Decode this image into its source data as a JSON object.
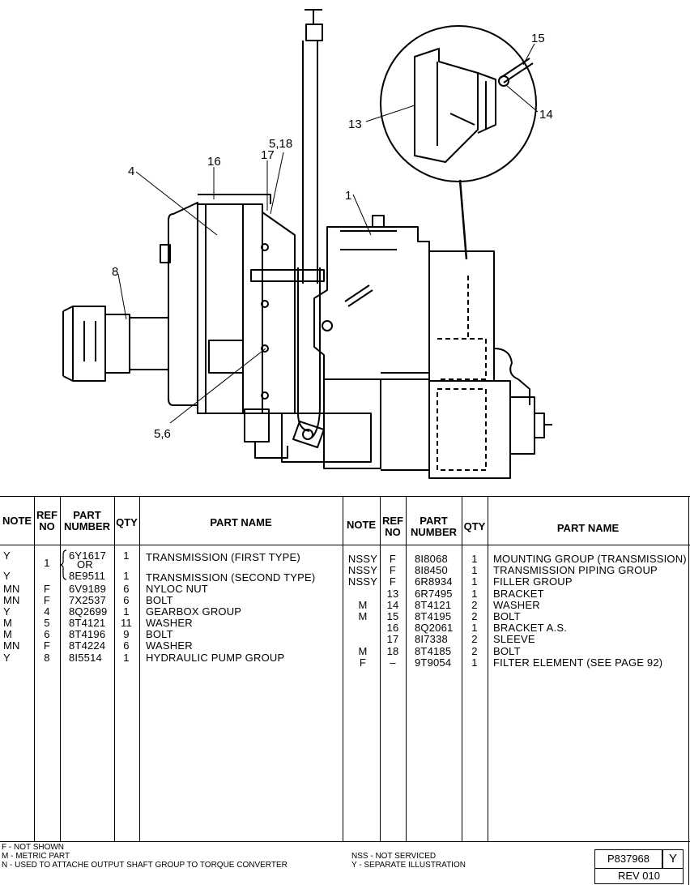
{
  "callouts": {
    "c15": "15",
    "c14": "14",
    "c13": "13",
    "c1": "1",
    "c4": "4",
    "c16": "16",
    "c17": "17",
    "c518": "5,18",
    "c8": "8",
    "c56": "5,6"
  },
  "headers": {
    "note": "NOTE",
    "ref_l1": "REF",
    "ref_l2": "NO",
    "part_l1": "PART",
    "part_l2": "NUMBER",
    "qty": "QTY",
    "part_name": "PART NAME"
  },
  "left_rows": [
    {
      "note": "Y",
      "ref": "1",
      "part": "6Y1617",
      "qty": "1",
      "name": "TRANSMISSION (FIRST TYPE)"
    },
    {
      "note": "",
      "ref": "",
      "part": "OR",
      "qty": "",
      "name": ""
    },
    {
      "note": "Y",
      "ref": "",
      "part": "8E9511",
      "qty": "1",
      "name": "TRANSMISSION (SECOND TYPE)"
    },
    {
      "note": "MN",
      "ref": "F",
      "part": "6V9189",
      "qty": "6",
      "name": "NYLOC NUT"
    },
    {
      "note": "MN",
      "ref": "F",
      "part": "7X2537",
      "qty": "6",
      "name": "BOLT"
    },
    {
      "note": "Y",
      "ref": "4",
      "part": "8Q2699",
      "qty": "1",
      "name": "GEARBOX GROUP"
    },
    {
      "note": "M",
      "ref": "5",
      "part": "8T4121",
      "qty": "11",
      "name": "WASHER"
    },
    {
      "note": "M",
      "ref": "6",
      "part": "8T4196",
      "qty": "9",
      "name": "BOLT"
    },
    {
      "note": "MN",
      "ref": "F",
      "part": "8T4224",
      "qty": "6",
      "name": "WASHER"
    },
    {
      "note": "Y",
      "ref": "8",
      "part": "8I5514",
      "qty": "1",
      "name": "HYDRAULIC PUMP GROUP"
    }
  ],
  "right_rows": [
    {
      "note": "NSSY",
      "ref": "F",
      "part": "8I8068",
      "qty": "1",
      "name": "MOUNTING GROUP (TRANSMISSION)"
    },
    {
      "note": "NSSY",
      "ref": "F",
      "part": "8I8450",
      "qty": "1",
      "name": "TRANSMISSION PIPING GROUP"
    },
    {
      "note": "NSSY",
      "ref": "F",
      "part": "6R8934",
      "qty": "1",
      "name": "FILLER GROUP"
    },
    {
      "note": "",
      "ref": "13",
      "part": "6R7495",
      "qty": "1",
      "name": "BRACKET"
    },
    {
      "note": "M",
      "ref": "14",
      "part": "8T4121",
      "qty": "2",
      "name": "WASHER"
    },
    {
      "note": "M",
      "ref": "15",
      "part": "8T4195",
      "qty": "2",
      "name": "BOLT"
    },
    {
      "note": "",
      "ref": "16",
      "part": "8Q2061",
      "qty": "1",
      "name": "BRACKET A.S."
    },
    {
      "note": "",
      "ref": "17",
      "part": "8I7338",
      "qty": "2",
      "name": "SLEEVE"
    },
    {
      "note": "M",
      "ref": "18",
      "part": "8T4185",
      "qty": "2",
      "name": "BOLT"
    },
    {
      "note": "F",
      "ref": "–",
      "part": "9T9054",
      "qty": "1",
      "name": "FILTER ELEMENT (SEE PAGE 92)"
    }
  ],
  "footnotes_left": [
    "F - NOT SHOWN",
    "M - METRIC PART",
    "N - USED TO ATTACHE OUTPUT SHAFT GROUP TO TORQUE CONVERTER"
  ],
  "footnotes_right": [
    "NSS - NOT SERVICED",
    "Y - SEPARATE ILLUSTRATION"
  ],
  "page_number": "P837968",
  "page_letter": "Y",
  "revision": "REV 010"
}
